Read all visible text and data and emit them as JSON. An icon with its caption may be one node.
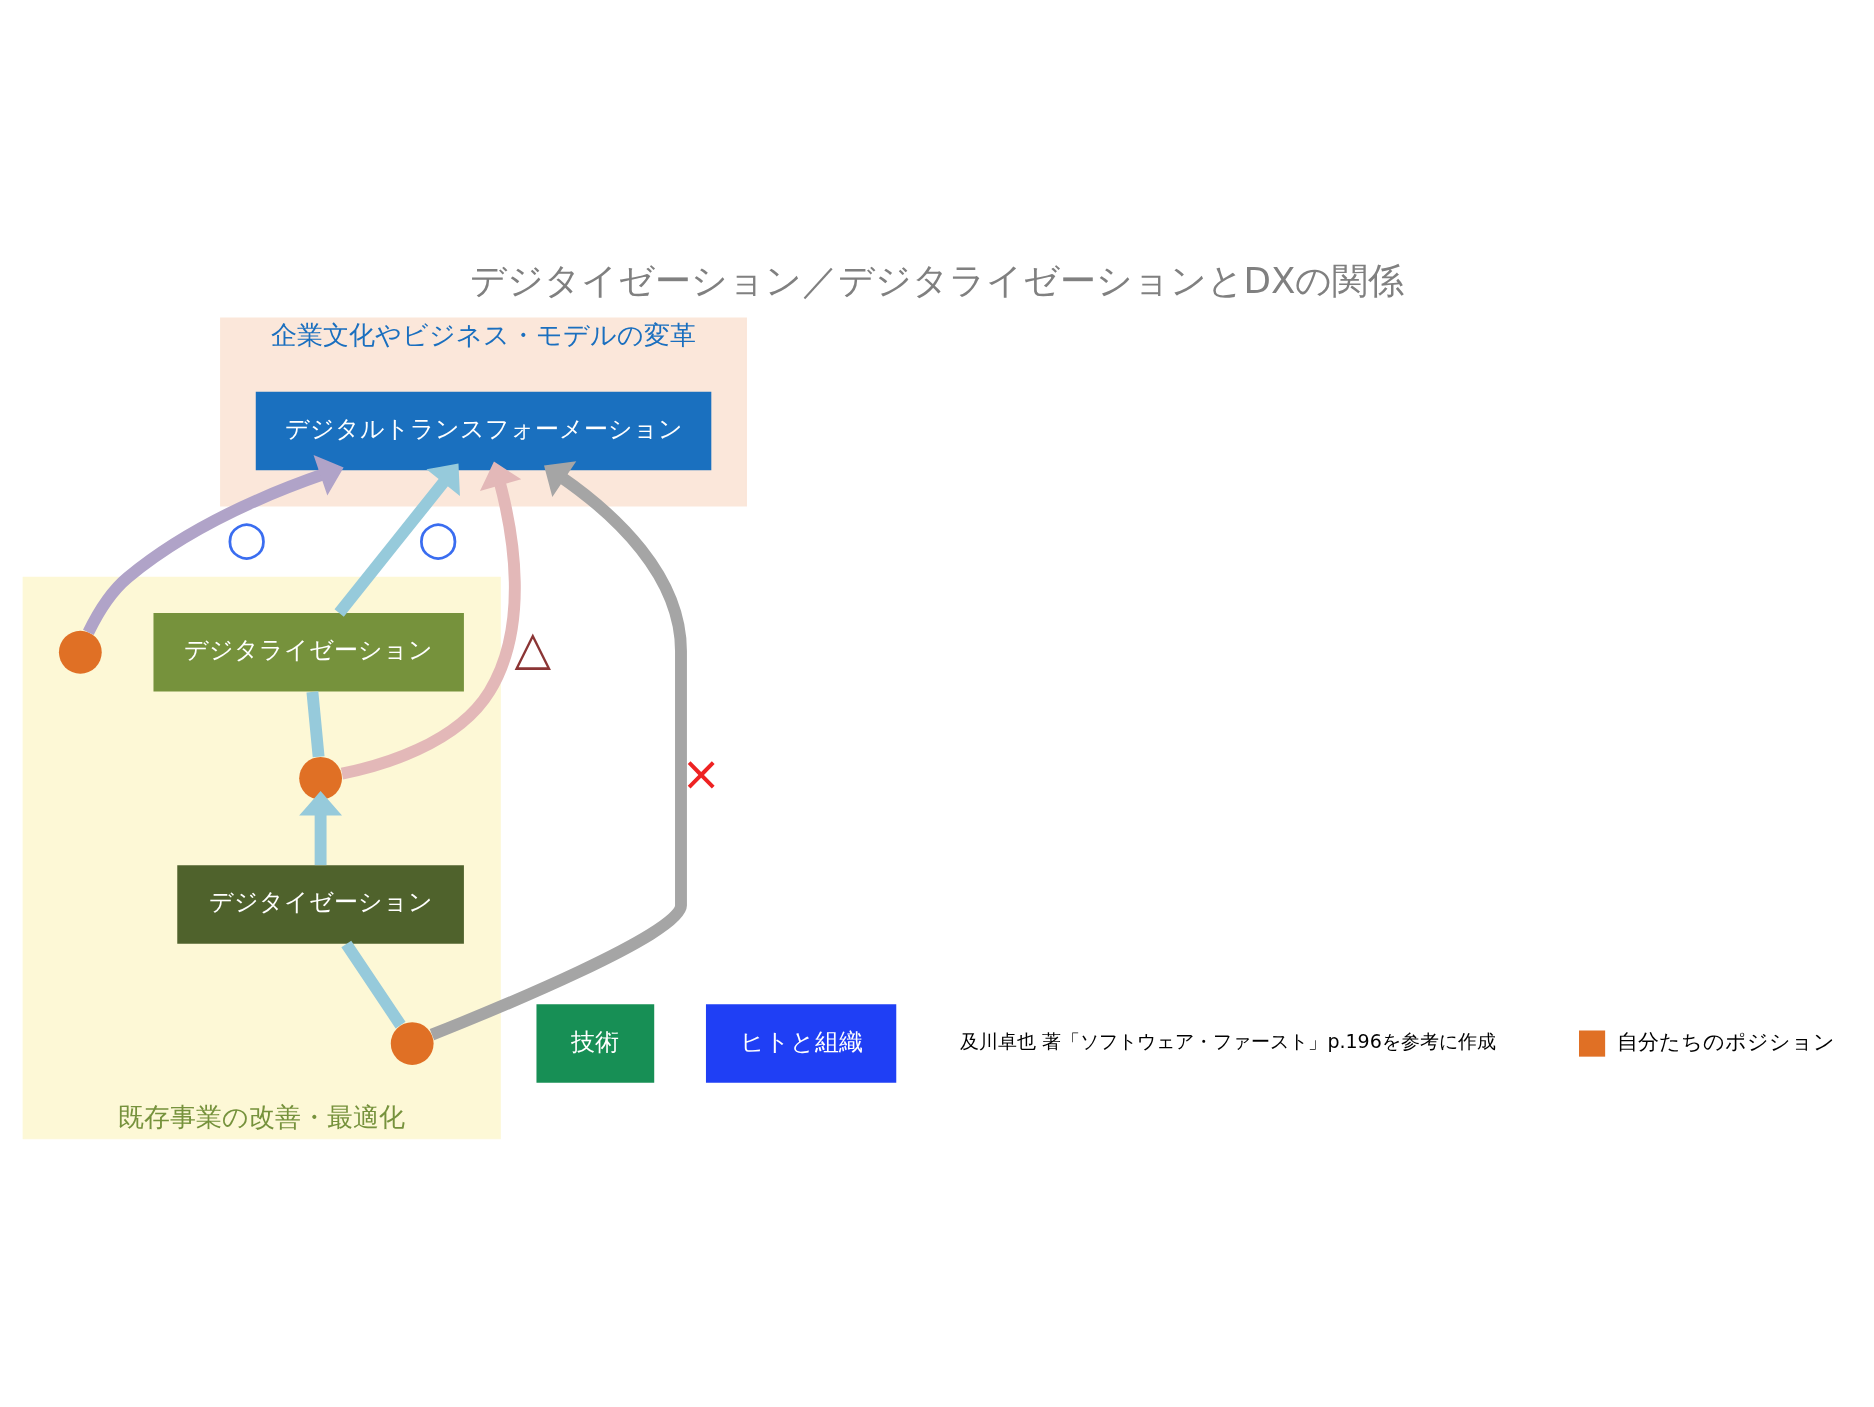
{
  "diagram": {
    "title": "デジタイゼーション／デジタライゼーションとDXの関係",
    "nodes": [
      {
        "text": [
          "既存事業の改善・最適化"
        ]
      },
      {
        "text": [
          "企業文化やビジネス・モデルの変革"
        ]
      },
      {
        "text": [
          "デジタルトランスフォーメーション"
        ],
        "in": 1
      },
      {
        "text": [],
        "shape": "circle",
        "in": 0
      },
      {
        "text": [
          "デジタライゼーション"
        ],
        "in": 0
      },
      {
        "text": [],
        "shape": "circle",
        "in": 0
      },
      {
        "text": [
          "デジタイゼーション"
        ],
        "in": 0
      },
      {
        "text": [],
        "shape": "circle",
        "in": 0
      },
      {
        "text": [
          "技術"
        ]
      },
      {
        "text": [
          "ヒトと組織"
        ]
      }
    ],
    "edges": [
      {
        "from": 3,
        "to": 2,
        "arrow": "to",
        "label": "○",
        "color": "#b0a3c8"
      },
      {
        "from": 5,
        "to": 4,
        "arrow": "none",
        "color": "#96cadb"
      },
      {
        "from": 4,
        "to": 2,
        "arrow": "to",
        "label": "○",
        "color": "#96cadb"
      },
      {
        "from": 5,
        "to": 2,
        "arrow": "to",
        "label": "△",
        "color": "#e3b8b8"
      },
      {
        "from": 7,
        "to": 6,
        "arrow": "none",
        "color": "#96cadb"
      },
      {
        "from": 6,
        "to": 5,
        "arrow": "to",
        "color": "#96cadb"
      },
      {
        "from": 7,
        "to": 2,
        "arrow": "to",
        "label": "×",
        "color": "#a5a5a5"
      }
    ],
    "labels": [
      "及川卓也 著「ソフトウェア・ファースト」p.196を参考に作成"
    ],
    "legend": [
      {
        "text": "自分たちのポジション",
        "color": "#e07025"
      }
    ]
  }
}
